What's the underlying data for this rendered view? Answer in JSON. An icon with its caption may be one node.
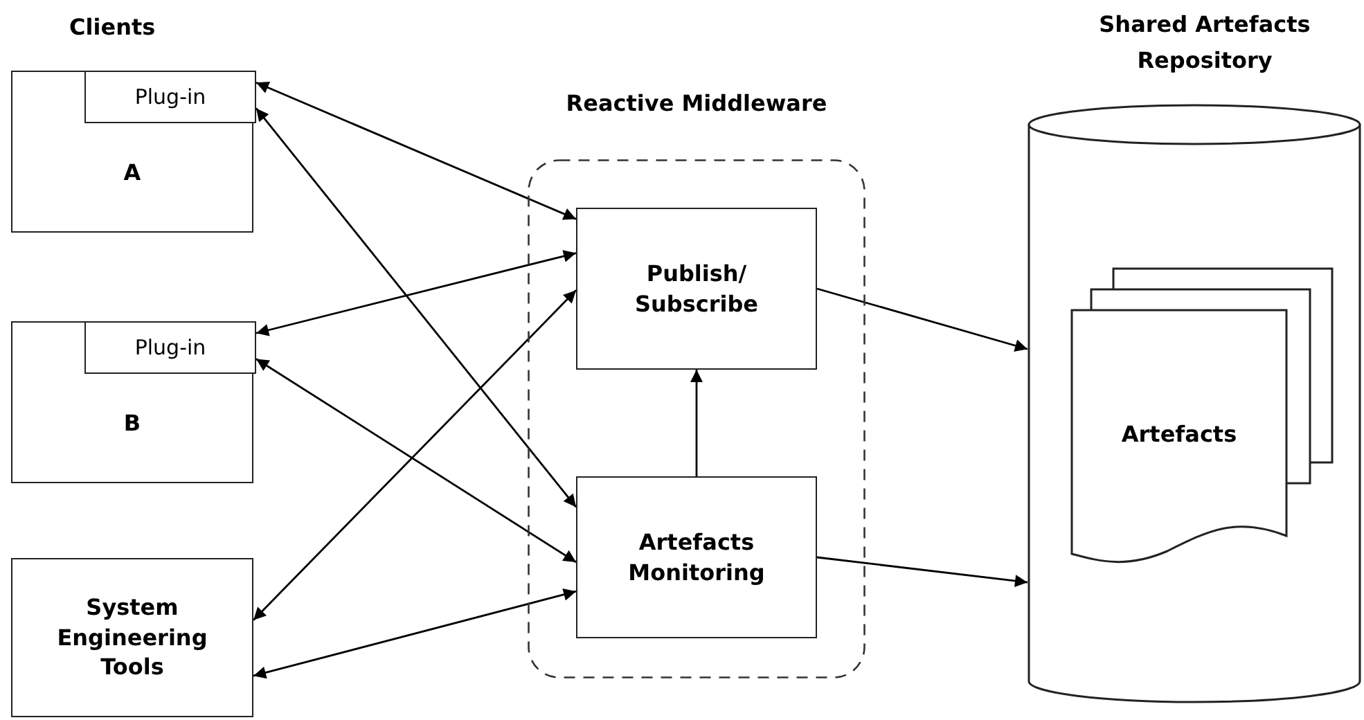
{
  "diagram": {
    "nodes": [
      {
        "text": [
          "A"
        ]
      },
      {
        "text": [
          "Plug-in"
        ],
        "in": 0
      },
      {
        "text": [
          "B"
        ]
      },
      {
        "text": [
          "Plug-in"
        ],
        "in": 2
      },
      {
        "text": [
          "System Engineering Tools"
        ]
      },
      {
        "text": [
          "Reactive Middleware"
        ]
      },
      {
        "text": [
          "Publish/ Subscribe"
        ],
        "in": 5
      },
      {
        "text": [
          "Artefacts Monitoring"
        ],
        "in": 5
      },
      {
        "text": [
          "Shared Artefacts Repository"
        ]
      },
      {
        "text": [
          "Artefacts"
        ],
        "in": 8
      }
    ],
    "edges": [
      {
        "from": 1,
        "to": 6,
        "arrow": "both"
      },
      {
        "from": 1,
        "to": 7,
        "arrow": "both"
      },
      {
        "from": 3,
        "to": 6,
        "arrow": "both"
      },
      {
        "from": 3,
        "to": 7,
        "arrow": "both"
      },
      {
        "from": 4,
        "to": 6,
        "arrow": "both"
      },
      {
        "from": 4,
        "to": 7,
        "arrow": "both"
      },
      {
        "from": 7,
        "to": 6,
        "arrow": "to"
      },
      {
        "from": 6,
        "to": 8,
        "arrow": "to"
      },
      {
        "from": 7,
        "to": 8,
        "arrow": "to"
      }
    ],
    "labels": [
      "Clients"
    ]
  }
}
